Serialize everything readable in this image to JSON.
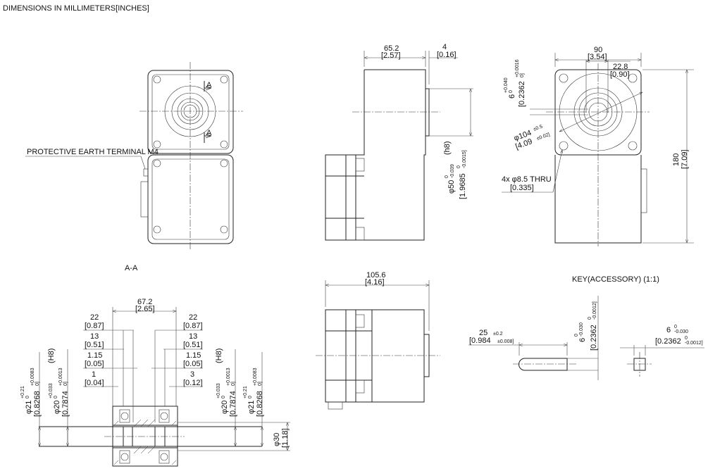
{
  "header": {
    "title": "DIMENSIONS IN MILLIMETERS[INCHES]"
  },
  "front_view": {
    "section_marker": "A",
    "pe_terminal": "PROTECTIVE EARTH TERMINAL M4"
  },
  "side_view": {
    "length": "65.2",
    "length_in": "[2.57]",
    "pilot": "4",
    "pilot_in": "[0.16]",
    "shaft_dia": "φ50",
    "shaft_tol_upper": "0",
    "shaft_tol_lower": "-0.039",
    "shaft_fit": "(h8)",
    "shaft_dia_in": "[1.9685",
    "shaft_tol_in_upper": "0",
    "shaft_tol_in_lower": "-0.0015]"
  },
  "end_view": {
    "width": "90",
    "width_in": "[3.54]",
    "key_offset": "22.8",
    "key_offset_in": "[0.90]",
    "keyway": "6",
    "keyway_tol_upper": "+0.040",
    "keyway_tol_lower": "0",
    "keyway_in": "[0.2362",
    "keyway_in_tol_upper": "+0.0016",
    "keyway_in_tol_lower": "0]",
    "pcd": "φ104",
    "pcd_tol": "±0.5",
    "pcd_in": "[4.09",
    "pcd_in_tol": "±0.02]",
    "holes": "4x  φ8.5 THRU",
    "holes_in": "[0.335]",
    "height": "180",
    "height_in": "[7.09]"
  },
  "section_view": {
    "title": "A-A",
    "overall": "67.2",
    "overall_in": "[2.65]",
    "left": [
      {
        "v": "22",
        "i": "[0.87]"
      },
      {
        "v": "13",
        "i": "[0.51]"
      },
      {
        "v": "1.15",
        "i": "[0.05]"
      },
      {
        "v": "1",
        "i": "[0.04]"
      }
    ],
    "right": [
      {
        "v": "22",
        "i": "[0.87]"
      },
      {
        "v": "13",
        "i": "[0.51]"
      },
      {
        "v": "1.15",
        "i": "[0.05]"
      },
      {
        "v": "3",
        "i": "[0.12]"
      }
    ],
    "d21": "φ21",
    "d21_tol_u": "+0.21",
    "d21_tol_l": "0",
    "d21_in": "[0.8268",
    "d21_in_tol_u": "+0.0083",
    "d21_in_tol_l": "0]",
    "d20": "φ20",
    "d20_tol_u": "+0.033",
    "d20_tol_l": "0",
    "d20_fit": "(H8)",
    "d20_in": "[0.7874",
    "d20_in_tol_u": "+0.0013",
    "d20_in_tol_l": "0]",
    "d30": "φ30",
    "d30_in": "[1.18]"
  },
  "bottom_view": {
    "length": "105.6",
    "length_in": "[4.16]"
  },
  "key": {
    "title": "KEY(ACCESSORY)  (1:1)",
    "length": "25",
    "length_tol": "±0.2",
    "length_in": "[0.984",
    "length_in_tol": "±0.008]",
    "height": "6",
    "height_tol_u": "0",
    "height_tol_l": "-0.030",
    "height_in": "[0.2362",
    "height_in_tol_u": "0",
    "height_in_tol_l": "-0.0012]",
    "width": "6",
    "width_tol_u": "0",
    "width_tol_l": "-0.030",
    "width_in": "[0.2362",
    "width_in_tol_u": "0",
    "width_in_tol_l": "-0.0012]"
  }
}
